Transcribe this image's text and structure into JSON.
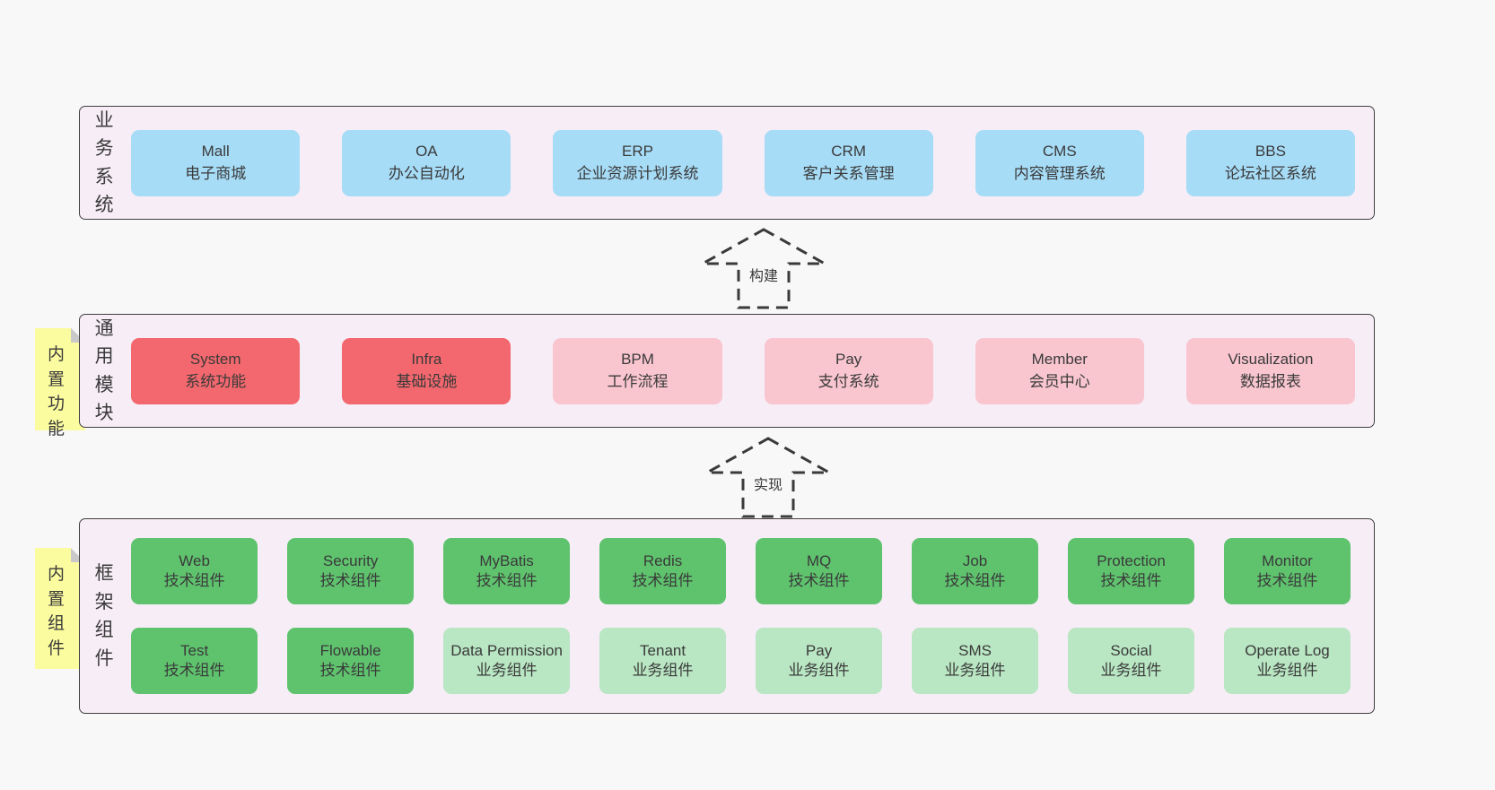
{
  "diagram": {
    "title_hint": "layered architecture diagram",
    "bands": {
      "business": {
        "label": "业务系统",
        "boxes": [
          {
            "en": "Mall",
            "zh": "电子商城",
            "variant": "blue"
          },
          {
            "en": "OA",
            "zh": "办公自动化",
            "variant": "blue"
          },
          {
            "en": "ERP",
            "zh": "企业资源计划系统",
            "variant": "blue"
          },
          {
            "en": "CRM",
            "zh": "客户关系管理",
            "variant": "blue"
          },
          {
            "en": "CMS",
            "zh": "内容管理系统",
            "variant": "blue"
          },
          {
            "en": "BBS",
            "zh": "论坛社区系统",
            "variant": "blue"
          }
        ]
      },
      "modules": {
        "label": "通用模块",
        "note": "内置功能",
        "boxes": [
          {
            "en": "System",
            "zh": "系统功能",
            "variant": "red"
          },
          {
            "en": "Infra",
            "zh": "基础设施",
            "variant": "red"
          },
          {
            "en": "BPM",
            "zh": "工作流程",
            "variant": "pink"
          },
          {
            "en": "Pay",
            "zh": "支付系统",
            "variant": "pink"
          },
          {
            "en": "Member",
            "zh": "会员中心",
            "variant": "pink"
          },
          {
            "en": "Visualization",
            "zh": "数据报表",
            "variant": "pink"
          }
        ]
      },
      "components": {
        "label": "框架组件",
        "note": "内置组件",
        "row1": [
          {
            "en": "Web",
            "zh": "技术组件",
            "variant": "green"
          },
          {
            "en": "Security",
            "zh": "技术组件",
            "variant": "green"
          },
          {
            "en": "MyBatis",
            "zh": "技术组件",
            "variant": "green"
          },
          {
            "en": "Redis",
            "zh": "技术组件",
            "variant": "green"
          },
          {
            "en": "MQ",
            "zh": "技术组件",
            "variant": "green"
          },
          {
            "en": "Job",
            "zh": "技术组件",
            "variant": "green"
          },
          {
            "en": "Protection",
            "zh": "技术组件",
            "variant": "green"
          },
          {
            "en": "Monitor",
            "zh": "技术组件",
            "variant": "green"
          }
        ],
        "row2": [
          {
            "en": "Test",
            "zh": "技术组件",
            "variant": "green"
          },
          {
            "en": "Flowable",
            "zh": "技术组件",
            "variant": "green"
          },
          {
            "en": "Data Permission",
            "zh": "业务组件",
            "variant": "green-light"
          },
          {
            "en": "Tenant",
            "zh": "业务组件",
            "variant": "green-light"
          },
          {
            "en": "Pay",
            "zh": "业务组件",
            "variant": "green-light"
          },
          {
            "en": "SMS",
            "zh": "业务组件",
            "variant": "green-light"
          },
          {
            "en": "Social",
            "zh": "业务组件",
            "variant": "green-light"
          },
          {
            "en": "Operate Log",
            "zh": "业务组件",
            "variant": "green-light"
          }
        ]
      }
    },
    "arrows": [
      {
        "label": "构建"
      },
      {
        "label": "实现"
      }
    ],
    "colors": {
      "page_bg": "#f8f8f8",
      "band_bg": "#f7edf6",
      "band_border": "#3f3f3f",
      "blue": "#a7dcf7",
      "red": "#f3686e",
      "pink": "#f9c6d0",
      "green": "#5fc36e",
      "green_light": "#b9e6c3",
      "note_yellow": "#fbfc9f",
      "fold_gray": "#c9c9c9",
      "text": "#3a3a3a"
    }
  }
}
